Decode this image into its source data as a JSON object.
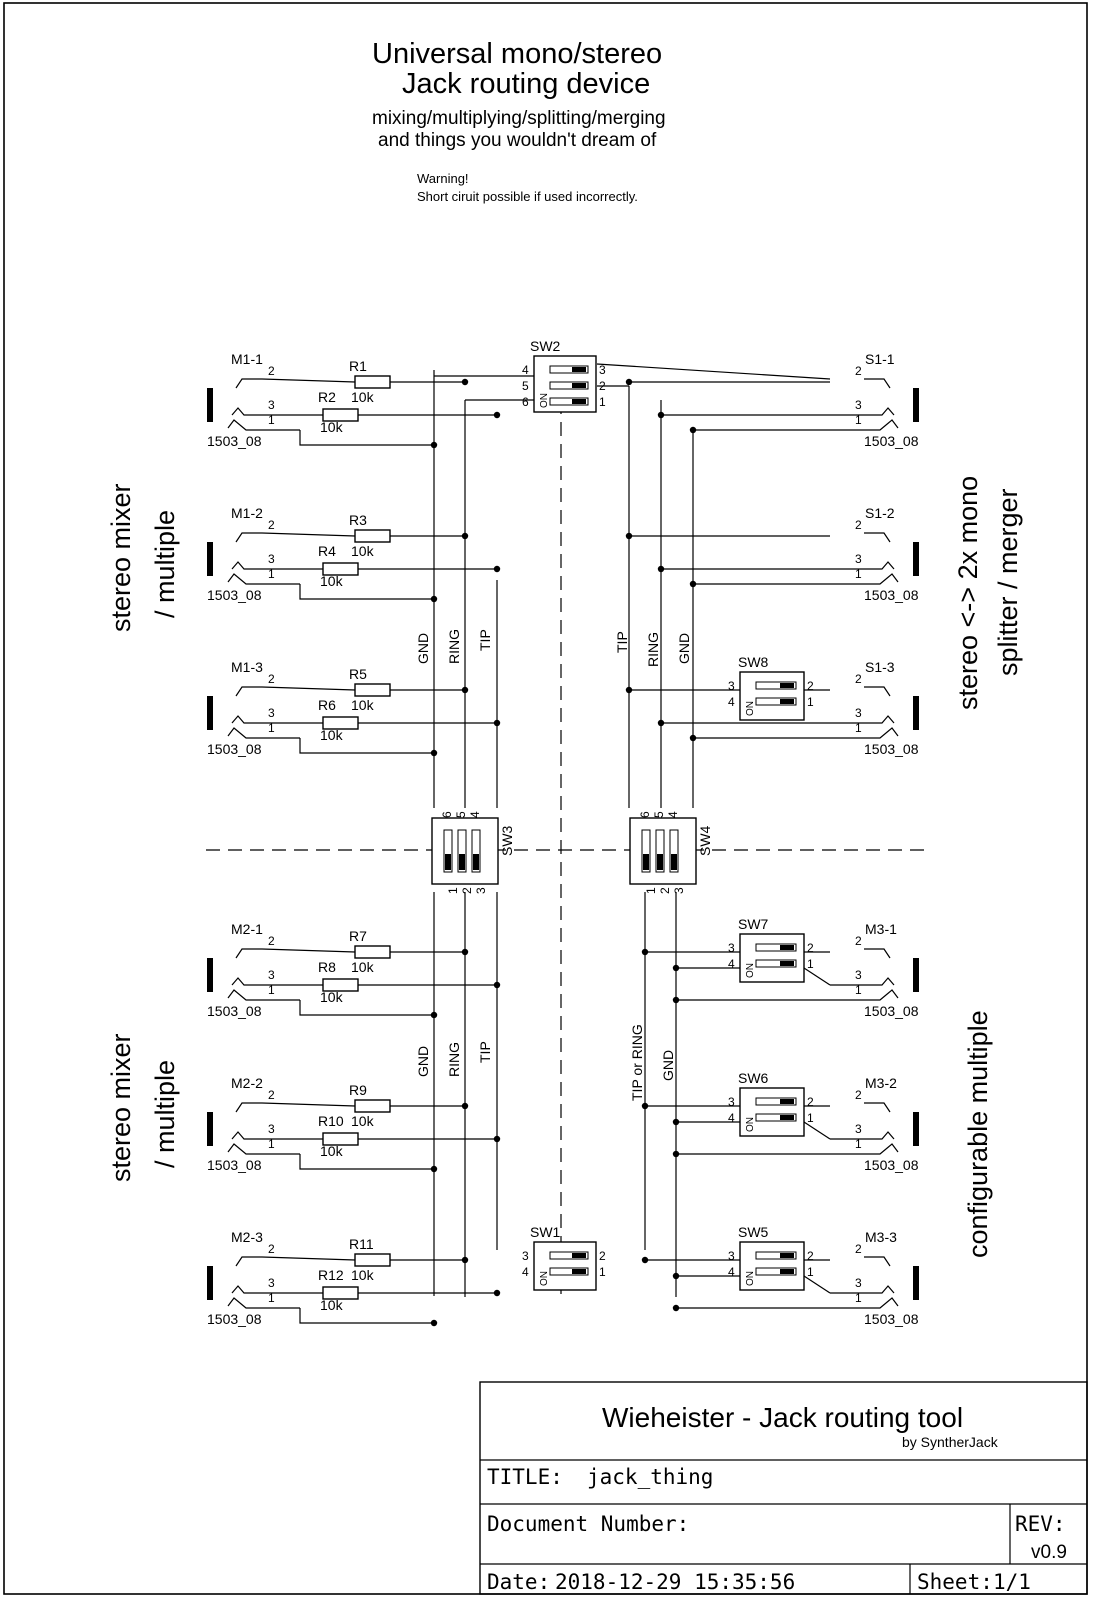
{
  "header": {
    "title_line1": "Universal mono/stereo",
    "title_line2": "Jack routing device",
    "subtitle_line1": "mixing/multiplying/splitting/merging",
    "subtitle_line2": "and things you wouldn't dream of",
    "warning_line1": "Warning!",
    "warning_line2": "Short ciruit possible if used incorrectly."
  },
  "sections": {
    "top_left_line1": "stereo mixer",
    "top_left_line2": "/ multiple",
    "bottom_left_line1": "stereo mixer",
    "bottom_left_line2": "/ multiple",
    "top_right_line1": "stereo <-> 2x mono",
    "top_right_line2": "splitter / merger",
    "bottom_right": "configurable multiple"
  },
  "jack_part": "1503_08",
  "pins": {
    "p1": "1",
    "p2": "2",
    "p3": "3",
    "p4": "4",
    "p5": "5",
    "p6": "6"
  },
  "on_label": "ON",
  "resistor_value": "10k",
  "left_jacks": [
    {
      "name": "M1-1",
      "r_top": "R1",
      "r_bot": "R2"
    },
    {
      "name": "M1-2",
      "r_top": "R3",
      "r_bot": "R4"
    },
    {
      "name": "M1-3",
      "r_top": "R5",
      "r_bot": "R6"
    },
    {
      "name": "M2-1",
      "r_top": "R7",
      "r_bot": "R8"
    },
    {
      "name": "M2-2",
      "r_top": "R9",
      "r_bot": "R10"
    },
    {
      "name": "M2-3",
      "r_top": "R11",
      "r_bot": "R12"
    }
  ],
  "right_jacks": [
    {
      "name": "S1-1"
    },
    {
      "name": "S1-2"
    },
    {
      "name": "S1-3"
    },
    {
      "name": "M3-1"
    },
    {
      "name": "M3-2"
    },
    {
      "name": "M3-3"
    }
  ],
  "buses": {
    "gnd": "GND",
    "ring": "RING",
    "tip": "TIP",
    "tip_or_ring": "TIP or RING"
  },
  "switches": {
    "sw1": "SW1",
    "sw2": "SW2",
    "sw3": "SW3",
    "sw4": "SW4",
    "sw5": "SW5",
    "sw6": "SW6",
    "sw7": "SW7",
    "sw8": "SW8"
  },
  "title_block": {
    "heading": "Wieheister - Jack routing tool",
    "byline": "by SyntherJack",
    "title_label": "TITLE:",
    "title_value": "jack_thing",
    "docnum_label": "Document Number:",
    "rev_label": "REV:",
    "rev_value": "v0.9",
    "date_label": "Date:",
    "date_value": "2018-12-29 15:35:56",
    "sheet_label": "Sheet:",
    "sheet_value": "1/1"
  }
}
